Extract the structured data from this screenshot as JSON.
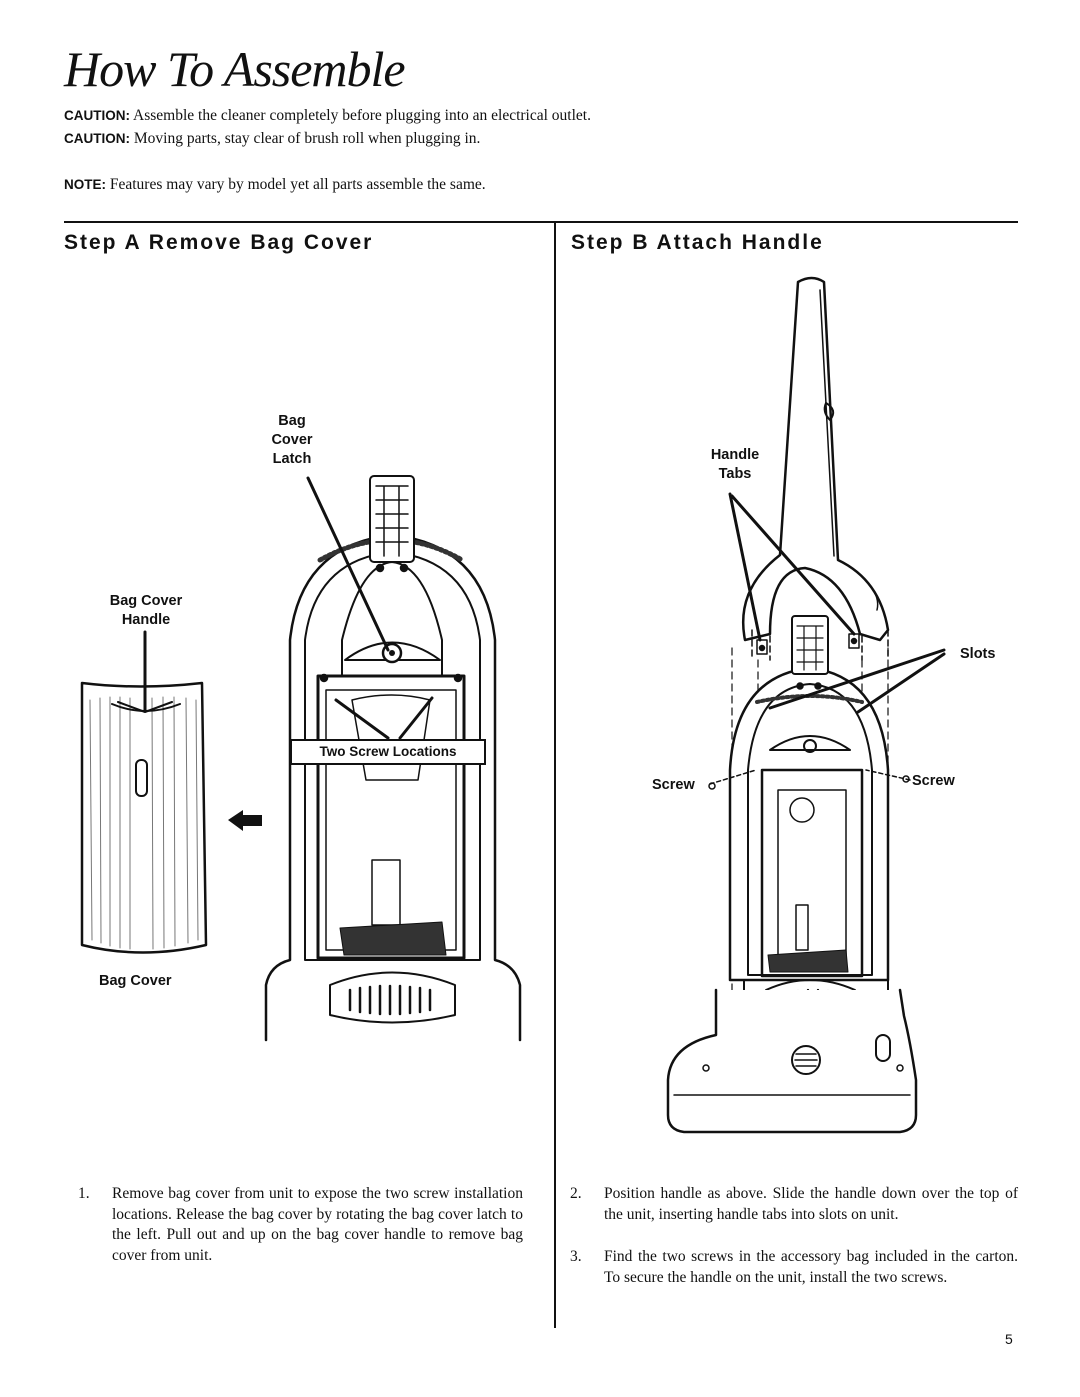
{
  "header": {
    "title": "How To Assemble",
    "caution1_label": "CAUTION:",
    "caution1_text": "Assemble the cleaner completely before plugging into an electrical outlet.",
    "caution2_label": "CAUTION:",
    "caution2_text": "Moving parts, stay clear of brush roll when plugging in.",
    "note_label": "NOTE:",
    "note_text": "Features may vary by model yet all parts assemble the same."
  },
  "stepA": {
    "heading": "Step A  Remove Bag Cover",
    "labels": {
      "latch": [
        "Bag",
        "Cover",
        "Latch"
      ],
      "handle": [
        "Bag Cover",
        "Handle"
      ],
      "screws": "Two Screw Locations",
      "cover": "Bag Cover"
    },
    "instruction_number": "1.",
    "instruction": "Remove bag cover from unit to expose the two screw installation locations. Release the bag cover by rotating the bag cover latch to the left. Pull out and up on the bag cover handle to remove bag cover from unit."
  },
  "stepB": {
    "heading": "Step B  Attach Handle",
    "labels": {
      "tabs": [
        "Handle",
        "Tabs"
      ],
      "slots": "Slots",
      "screw_left": "Screw",
      "screw_right": "Screw"
    },
    "instruction2_number": "2.",
    "instruction2": "Position handle as above. Slide the handle down over the top of the unit, inserting handle tabs into slots on unit.",
    "instruction3_number": "3.",
    "instruction3": "Find the two screws in the accessory bag included in the carton. To secure the handle on the unit, install the two screws."
  },
  "footer": {
    "page_number": "5"
  }
}
